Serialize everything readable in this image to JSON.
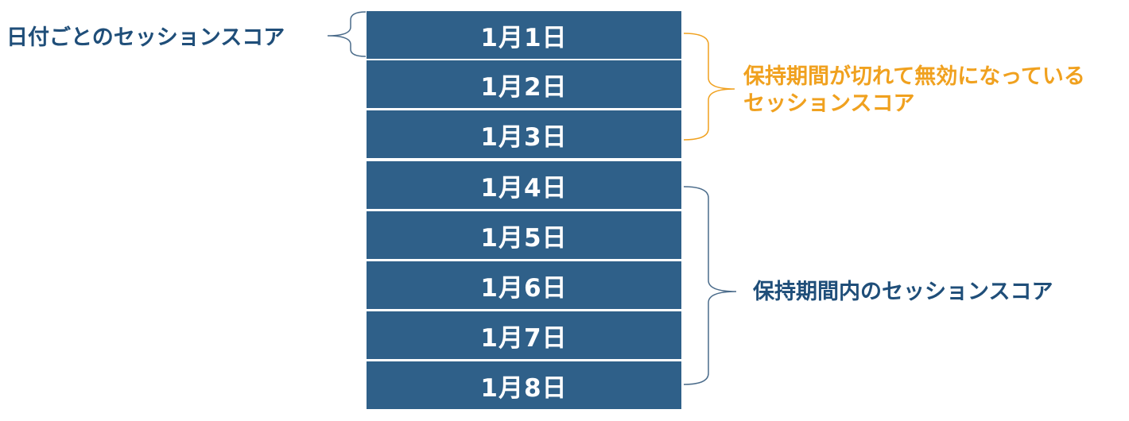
{
  "days": [
    {
      "label": "1月1日"
    },
    {
      "label": "1月2日"
    },
    {
      "label": "1月3日"
    },
    {
      "label": "1月4日"
    },
    {
      "label": "1月5日"
    },
    {
      "label": "1月6日"
    },
    {
      "label": "1月7日"
    },
    {
      "label": "1月8日"
    }
  ],
  "labels": {
    "daily": "日付ごとのセッションスコア",
    "expired_line1": "保持期間が切れて無効になっている",
    "expired_line2": "セッションスコア",
    "retained": "保持期間内のセッションスコア"
  },
  "colors": {
    "box_fill": "#2f6089",
    "box_text": "#ffffff",
    "expired_accent": "#f0a11f",
    "label_navy": "#1f4e79",
    "bracket_gray": "#4a6b8a"
  }
}
